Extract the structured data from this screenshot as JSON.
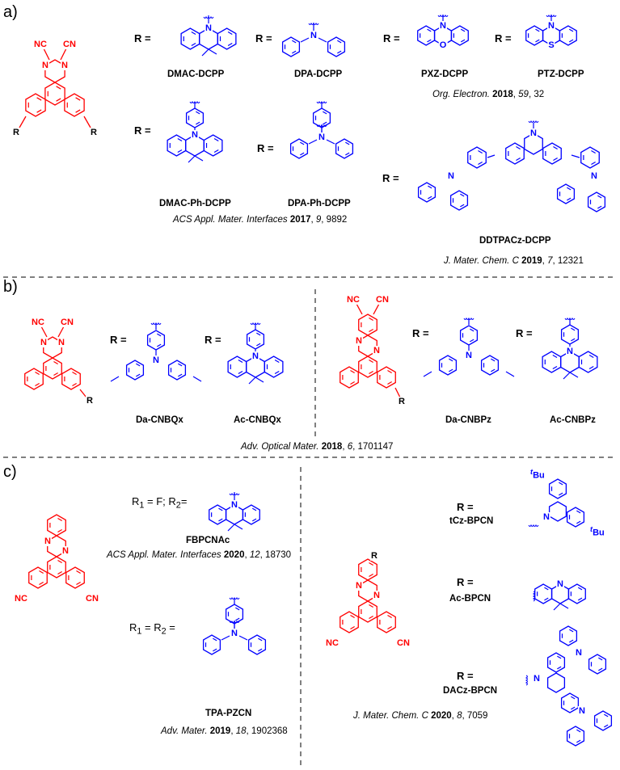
{
  "colors": {
    "core": "#ff0000",
    "donor": "#0000ff",
    "text": "#000000"
  },
  "panels": {
    "a": {
      "label": "a)",
      "core_atoms": {
        "cn1": "NC",
        "cn2": "CN",
        "n": "N",
        "r": "R"
      },
      "r_eq": "R =",
      "compounds": [
        "DMAC-DCPP",
        "DPA-DCPP",
        "PXZ-DCPP",
        "PTZ-DCPP",
        "DMAC-Ph-DCPP",
        "DPA-Ph-DCPP",
        "DDTPACz-DCPP"
      ],
      "donor_atoms": {
        "n": "N",
        "o": "O",
        "s": "S"
      },
      "refs": [
        {
          "journal": "Org. Electron.",
          "year": "2018",
          "vol": "59",
          "page": ", 32"
        },
        {
          "journal": "ACS Appl. Mater. Interfaces",
          "year": "2017",
          "vol": "9",
          "page": ", 9892"
        },
        {
          "journal": "J. Mater. Chem. C",
          "year": "2019",
          "vol": "7",
          "page": ", 12321"
        }
      ]
    },
    "b": {
      "label": "b)",
      "compounds": [
        "Da-CNBQx",
        "Ac-CNBQx",
        "Da-CNBPz",
        "Ac-CNBPz"
      ],
      "ref": {
        "journal": "Adv. Optical Mater.",
        "year": "2018",
        "vol": "6",
        "page": ", 1701147"
      }
    },
    "c": {
      "label": "c)",
      "r1": "R",
      "r1_sub": "1",
      "r2": "R",
      "r2_sub": "2",
      "fb_eq_a": " = F;  ",
      "fb_eq_b": "=",
      "tpa_eq_a": " = ",
      "tpa_eq_b": " =",
      "compounds": [
        "FBPCNAc",
        "TPA-PZCN",
        "tCz-BPCN",
        "Ac-BPCN",
        "DACz-BPCN"
      ],
      "tbu_t": "t",
      "tbu": "Bu",
      "refs": [
        {
          "journal": "ACS Appl. Mater. Interfaces",
          "year": "2020",
          "vol": "12",
          "page": ", 18730"
        },
        {
          "journal": "Adv. Mater.",
          "year": "2019",
          "vol": "18",
          "page": ", 1902368"
        },
        {
          "journal": "J. Mater. Chem. C",
          "year": "2020",
          "vol": "8",
          "page": ", 7059"
        }
      ]
    }
  }
}
